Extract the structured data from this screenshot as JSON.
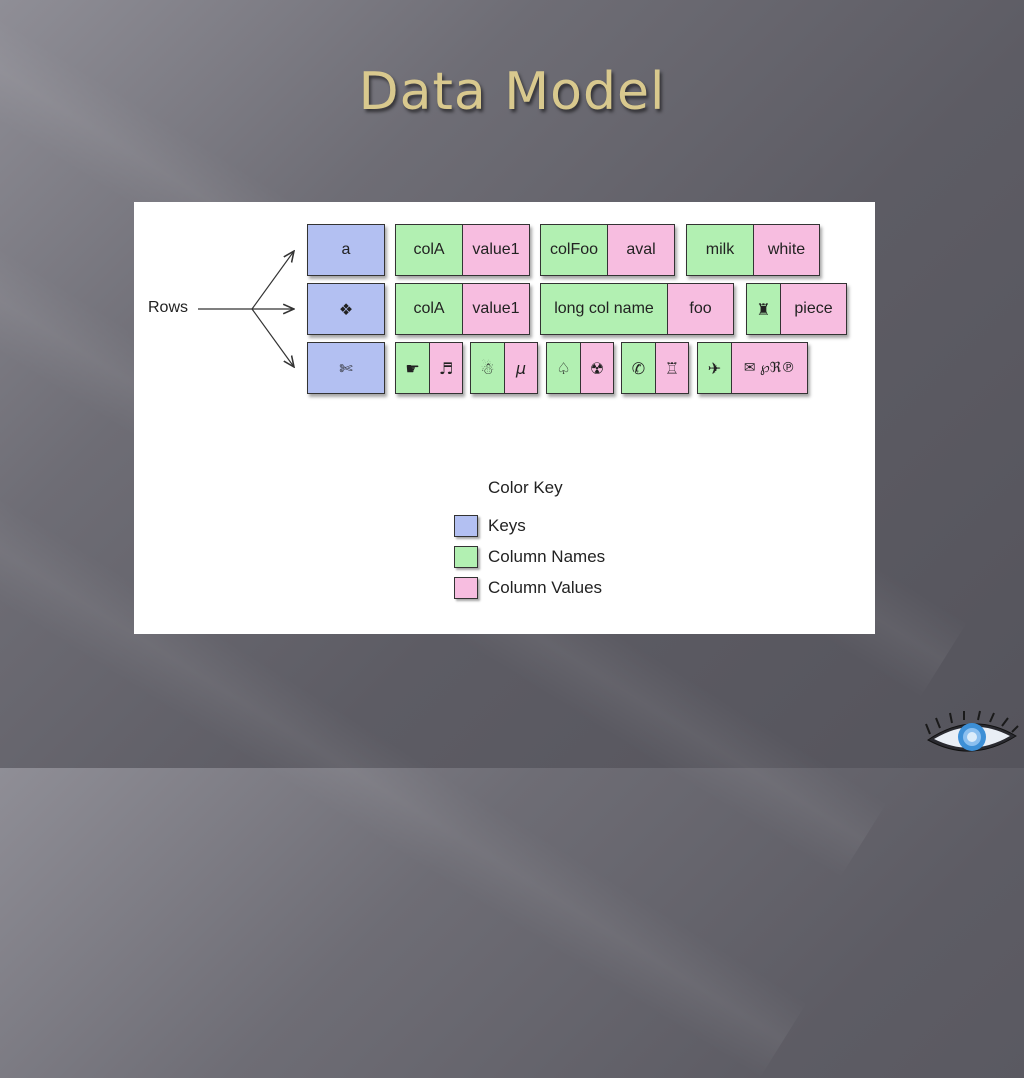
{
  "slide": {
    "title": "Data Model"
  },
  "diagram": {
    "rows_label": "Rows",
    "rows": [
      {
        "key": "a",
        "columns": [
          {
            "name": "colA",
            "value": "value1"
          },
          {
            "name": "colFoo",
            "value": "aval"
          },
          {
            "name": "milk",
            "value": "white"
          }
        ]
      },
      {
        "key": "❖",
        "columns": [
          {
            "name": "colA",
            "value": "value1"
          },
          {
            "name": "long col name",
            "value": "foo"
          },
          {
            "name": "♜",
            "value": "piece"
          }
        ]
      },
      {
        "key": "✄",
        "columns": [
          {
            "name": "☛",
            "value": "♬"
          },
          {
            "name": "☃",
            "value": "μ"
          },
          {
            "name": "♤",
            "value": "☢"
          },
          {
            "name": "✆",
            "value": "♖"
          },
          {
            "name": "✈",
            "value": "✉ ℘ℜ℗"
          }
        ]
      }
    ],
    "legend": {
      "title": "Color Key",
      "items": [
        {
          "label": "Keys",
          "color": "#b3c0f2"
        },
        {
          "label": "Column Names",
          "color": "#b2f0b2"
        },
        {
          "label": "Column Values",
          "color": "#f7bde0"
        }
      ]
    }
  },
  "colors": {
    "key": "#b3c0f2",
    "column_name": "#b2f0b2",
    "column_value": "#f7bde0",
    "title": "#d9c98e"
  },
  "icons": {
    "logo": "eye-logo-icon"
  }
}
